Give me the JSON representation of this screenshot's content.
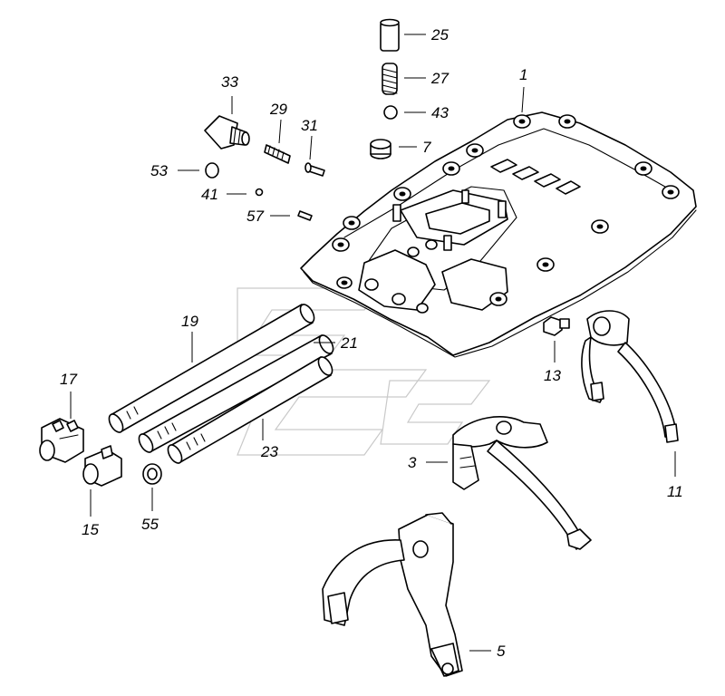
{
  "callouts": {
    "c1": "1",
    "c3": "3",
    "c5": "5",
    "c7": "7",
    "c11": "11",
    "c13": "13",
    "c15": "15",
    "c17": "17",
    "c19": "19",
    "c21": "21",
    "c23": "23",
    "c25": "25",
    "c27": "27",
    "c29": "29",
    "c31": "31",
    "c33": "33",
    "c41": "41",
    "c43": "43",
    "c53": "53",
    "c55": "55",
    "c57": "57"
  }
}
